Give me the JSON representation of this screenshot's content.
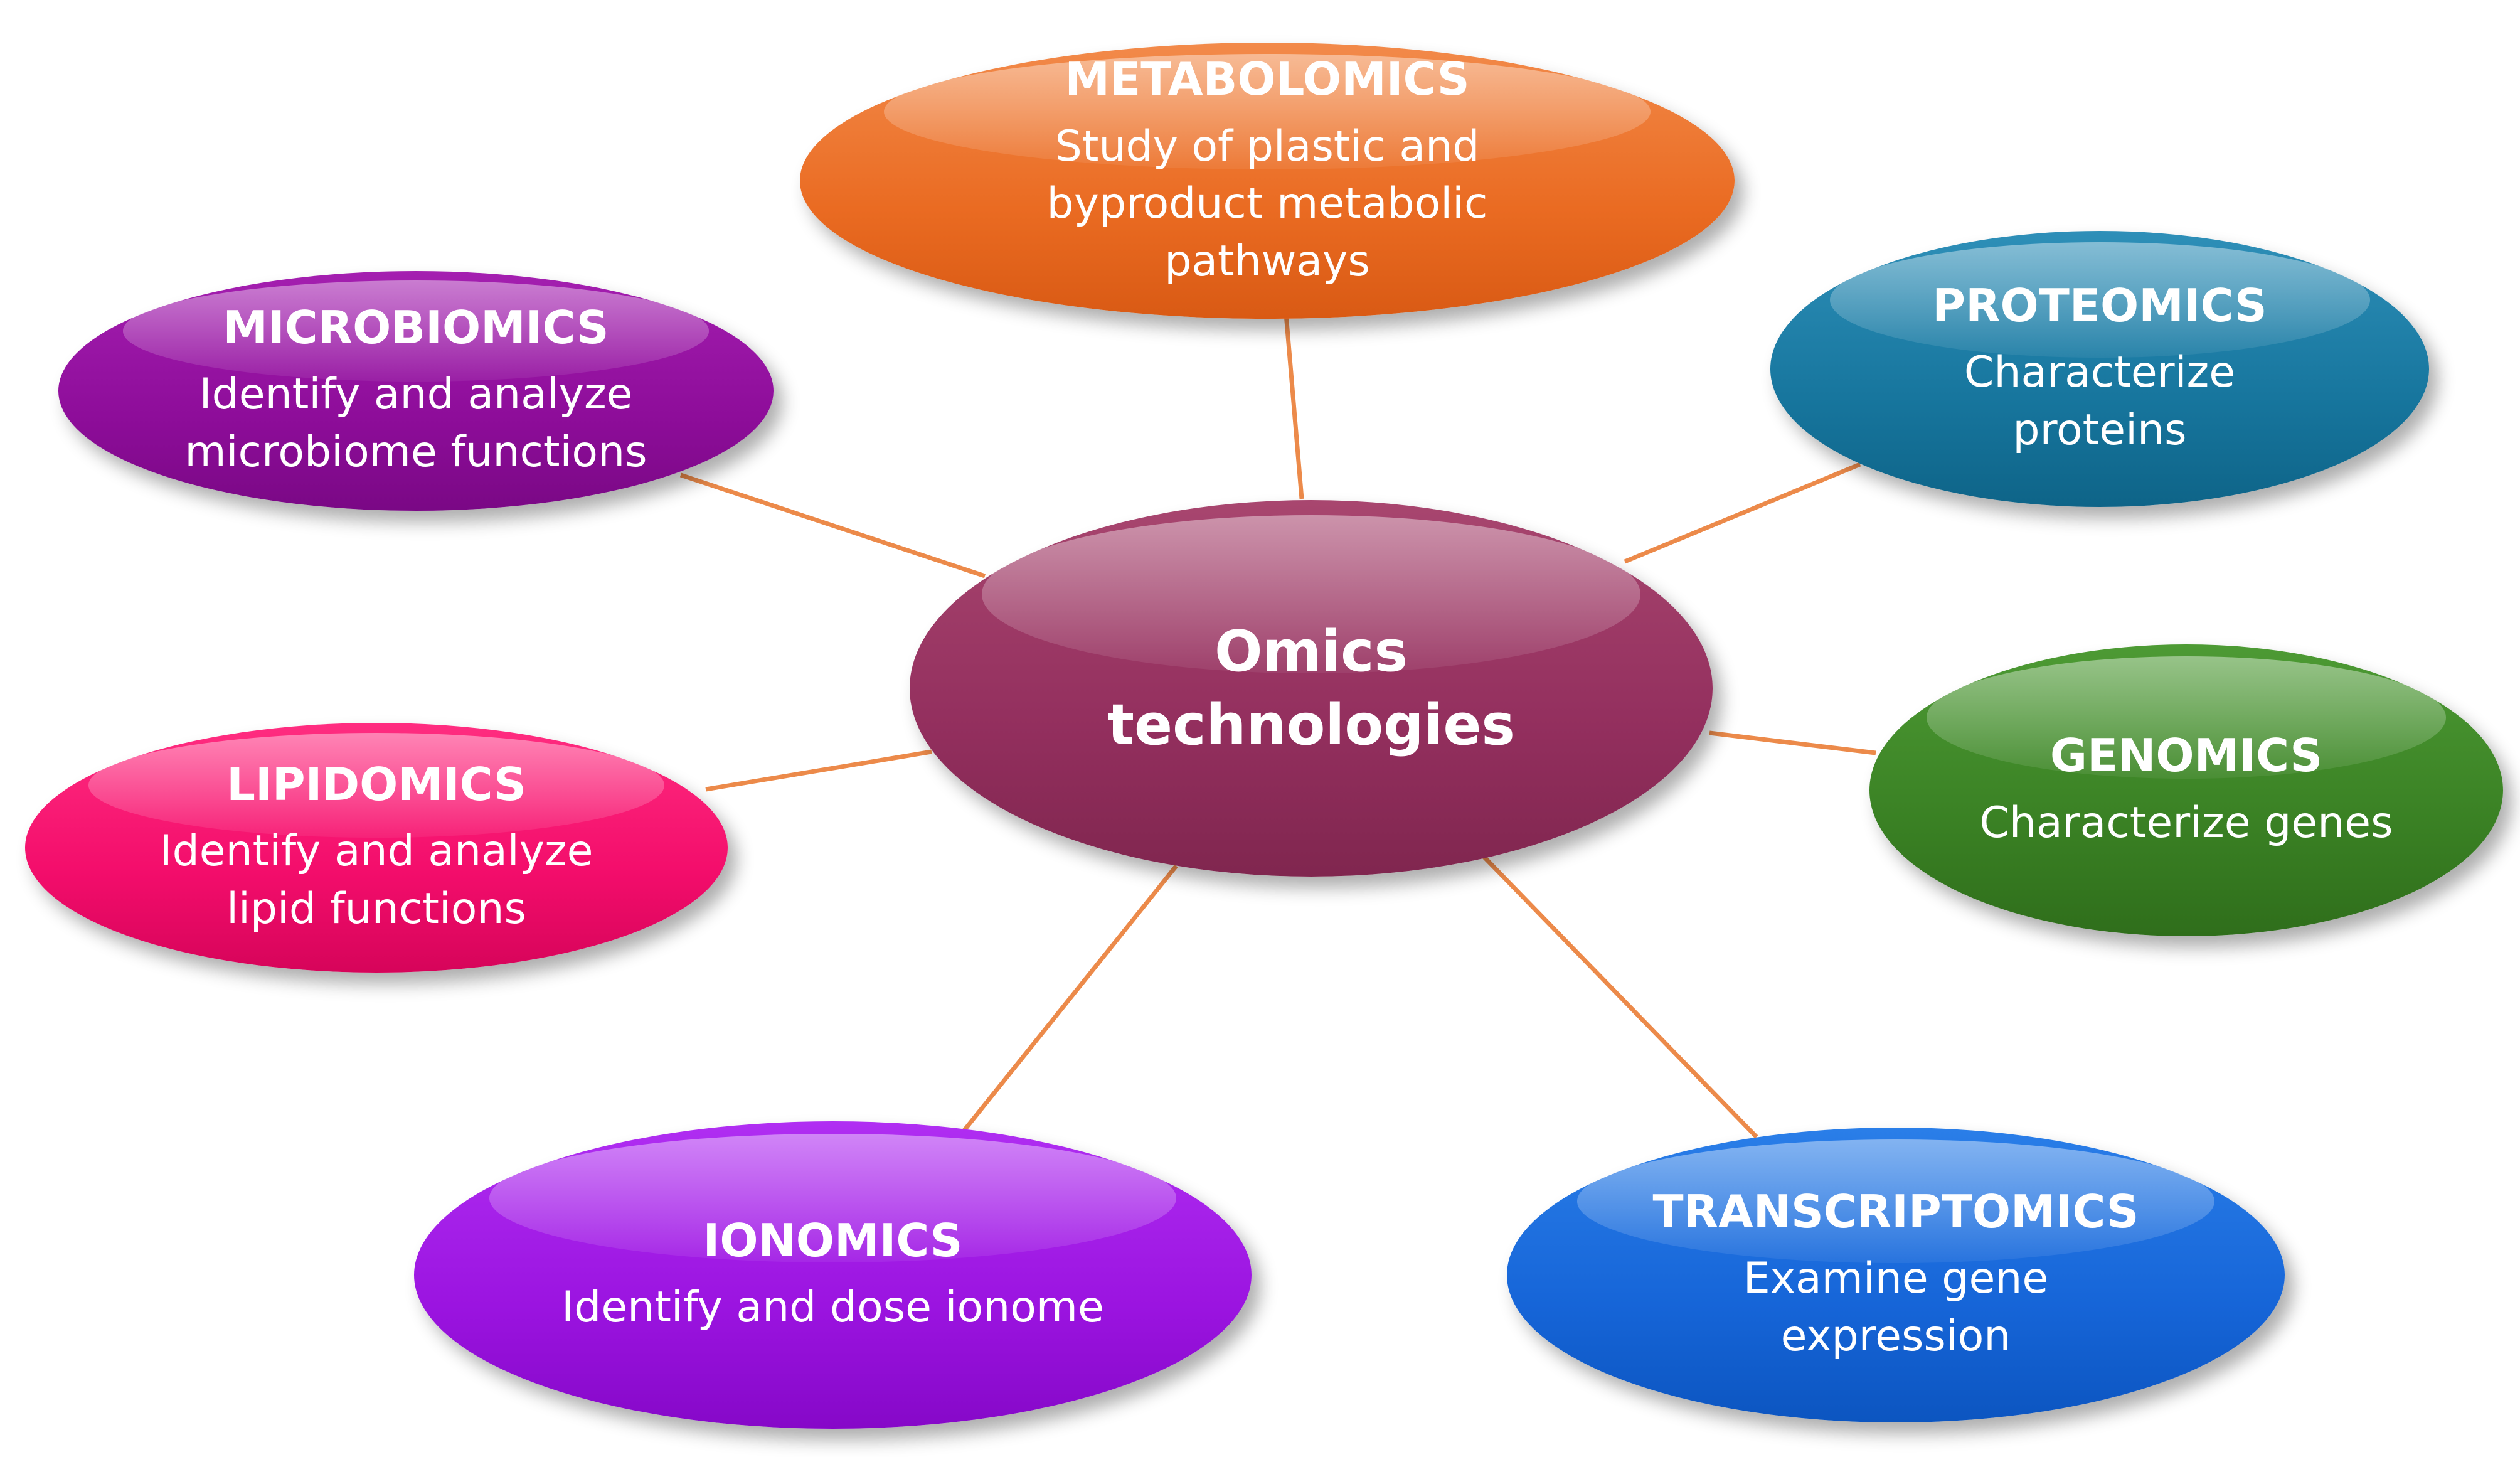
{
  "center": {
    "label": "Omics\ntechnologies",
    "color": "#932f5e"
  },
  "nodes": {
    "metabolomics": {
      "title": "METABOLOMICS",
      "description": "Study of plastic  and\nbyproduct metabolic\npathways",
      "color": "#ea6b22"
    },
    "proteomics": {
      "title": "PROTEOMICS",
      "description": "Characterize\nproteins",
      "color": "#17769e"
    },
    "microbiomics": {
      "title": "MICROBIOMICS",
      "description": "Identify and analyze\nmicrobiome functions",
      "color": "#8e0d9a"
    },
    "genomics": {
      "title": "GENOMICS",
      "description": "Characterize genes",
      "color": "#3a8124"
    },
    "lipidomics": {
      "title": "LIPIDOMICS",
      "description": "Identify and analyze\nlipid functions",
      "color": "#f30d6b"
    },
    "ionomics": {
      "title": "IONOMICS",
      "description": "Identify and dose ionome",
      "color": "#9b14e0"
    },
    "transcriptomics": {
      "title": "TRANSCRIPTOMICS",
      "description": "Examine gene\nexpression",
      "color": "#1665d8"
    }
  },
  "connector_color": "#ec8a4a"
}
